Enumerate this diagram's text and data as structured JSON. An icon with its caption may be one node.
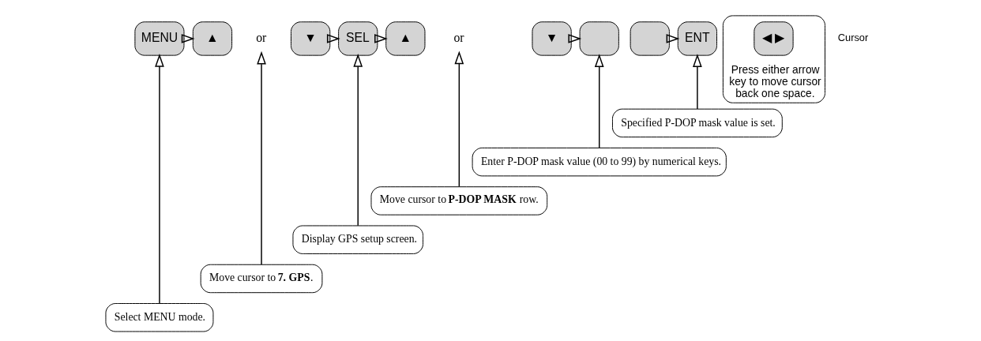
{
  "diagram": {
    "nodes": [
      {
        "text": [
          "MENU"
        ]
      },
      {
        "text": [
          "▲"
        ]
      },
      {
        "text": [
          "or"
        ]
      },
      {
        "text": [
          "▼"
        ]
      },
      {
        "text": [
          "SEL"
        ]
      },
      {
        "text": [
          "▲"
        ]
      },
      {
        "text": [
          "or"
        ]
      },
      {
        "text": [
          "▼"
        ]
      },
      {
        "text": [],
        "shape": "box"
      },
      {
        "text": [],
        "shape": "box"
      },
      {
        "text": [
          "ENT"
        ]
      },
      {
        "text": [
          "Specified P-DOP mask value is set."
        ]
      },
      {
        "text": [
          "Enter P-DOP mask value (00 to 99) by numerical keys."
        ]
      },
      {
        "text": [
          "Move cursor to **P-DOP MASK** row."
        ]
      },
      {
        "text": [
          "Display GPS setup screen."
        ]
      },
      {
        "text": [
          "Move cursor to **7. GPS**."
        ]
      },
      {
        "text": [
          "Select MENU mode."
        ]
      },
      {
        "text": [
          "Press either arrow key to move cursor back one space."
        ]
      },
      {
        "text": [
          "◀ ▶"
        ],
        "in": 17
      }
    ],
    "edges": [
      {
        "from": 0,
        "to": 1,
        "arrow": "to"
      },
      {
        "from": 3,
        "to": 4,
        "arrow": "to"
      },
      {
        "from": 4,
        "to": 5,
        "arrow": "to"
      },
      {
        "from": 7,
        "to": 8,
        "arrow": "to"
      },
      {
        "from": 9,
        "to": 10,
        "arrow": "to"
      },
      {
        "from": 16,
        "to": 0,
        "arrow": "to"
      },
      {
        "from": 15,
        "to": 2,
        "arrow": "to"
      },
      {
        "from": 14,
        "to": 4,
        "arrow": "to"
      },
      {
        "from": 13,
        "to": 6,
        "arrow": "to"
      },
      {
        "from": 12,
        "to": 8,
        "arrow": "to"
      },
      {
        "from": 11,
        "to": 10,
        "arrow": "to"
      }
    ],
    "labels": [
      "Cursor"
    ]
  }
}
